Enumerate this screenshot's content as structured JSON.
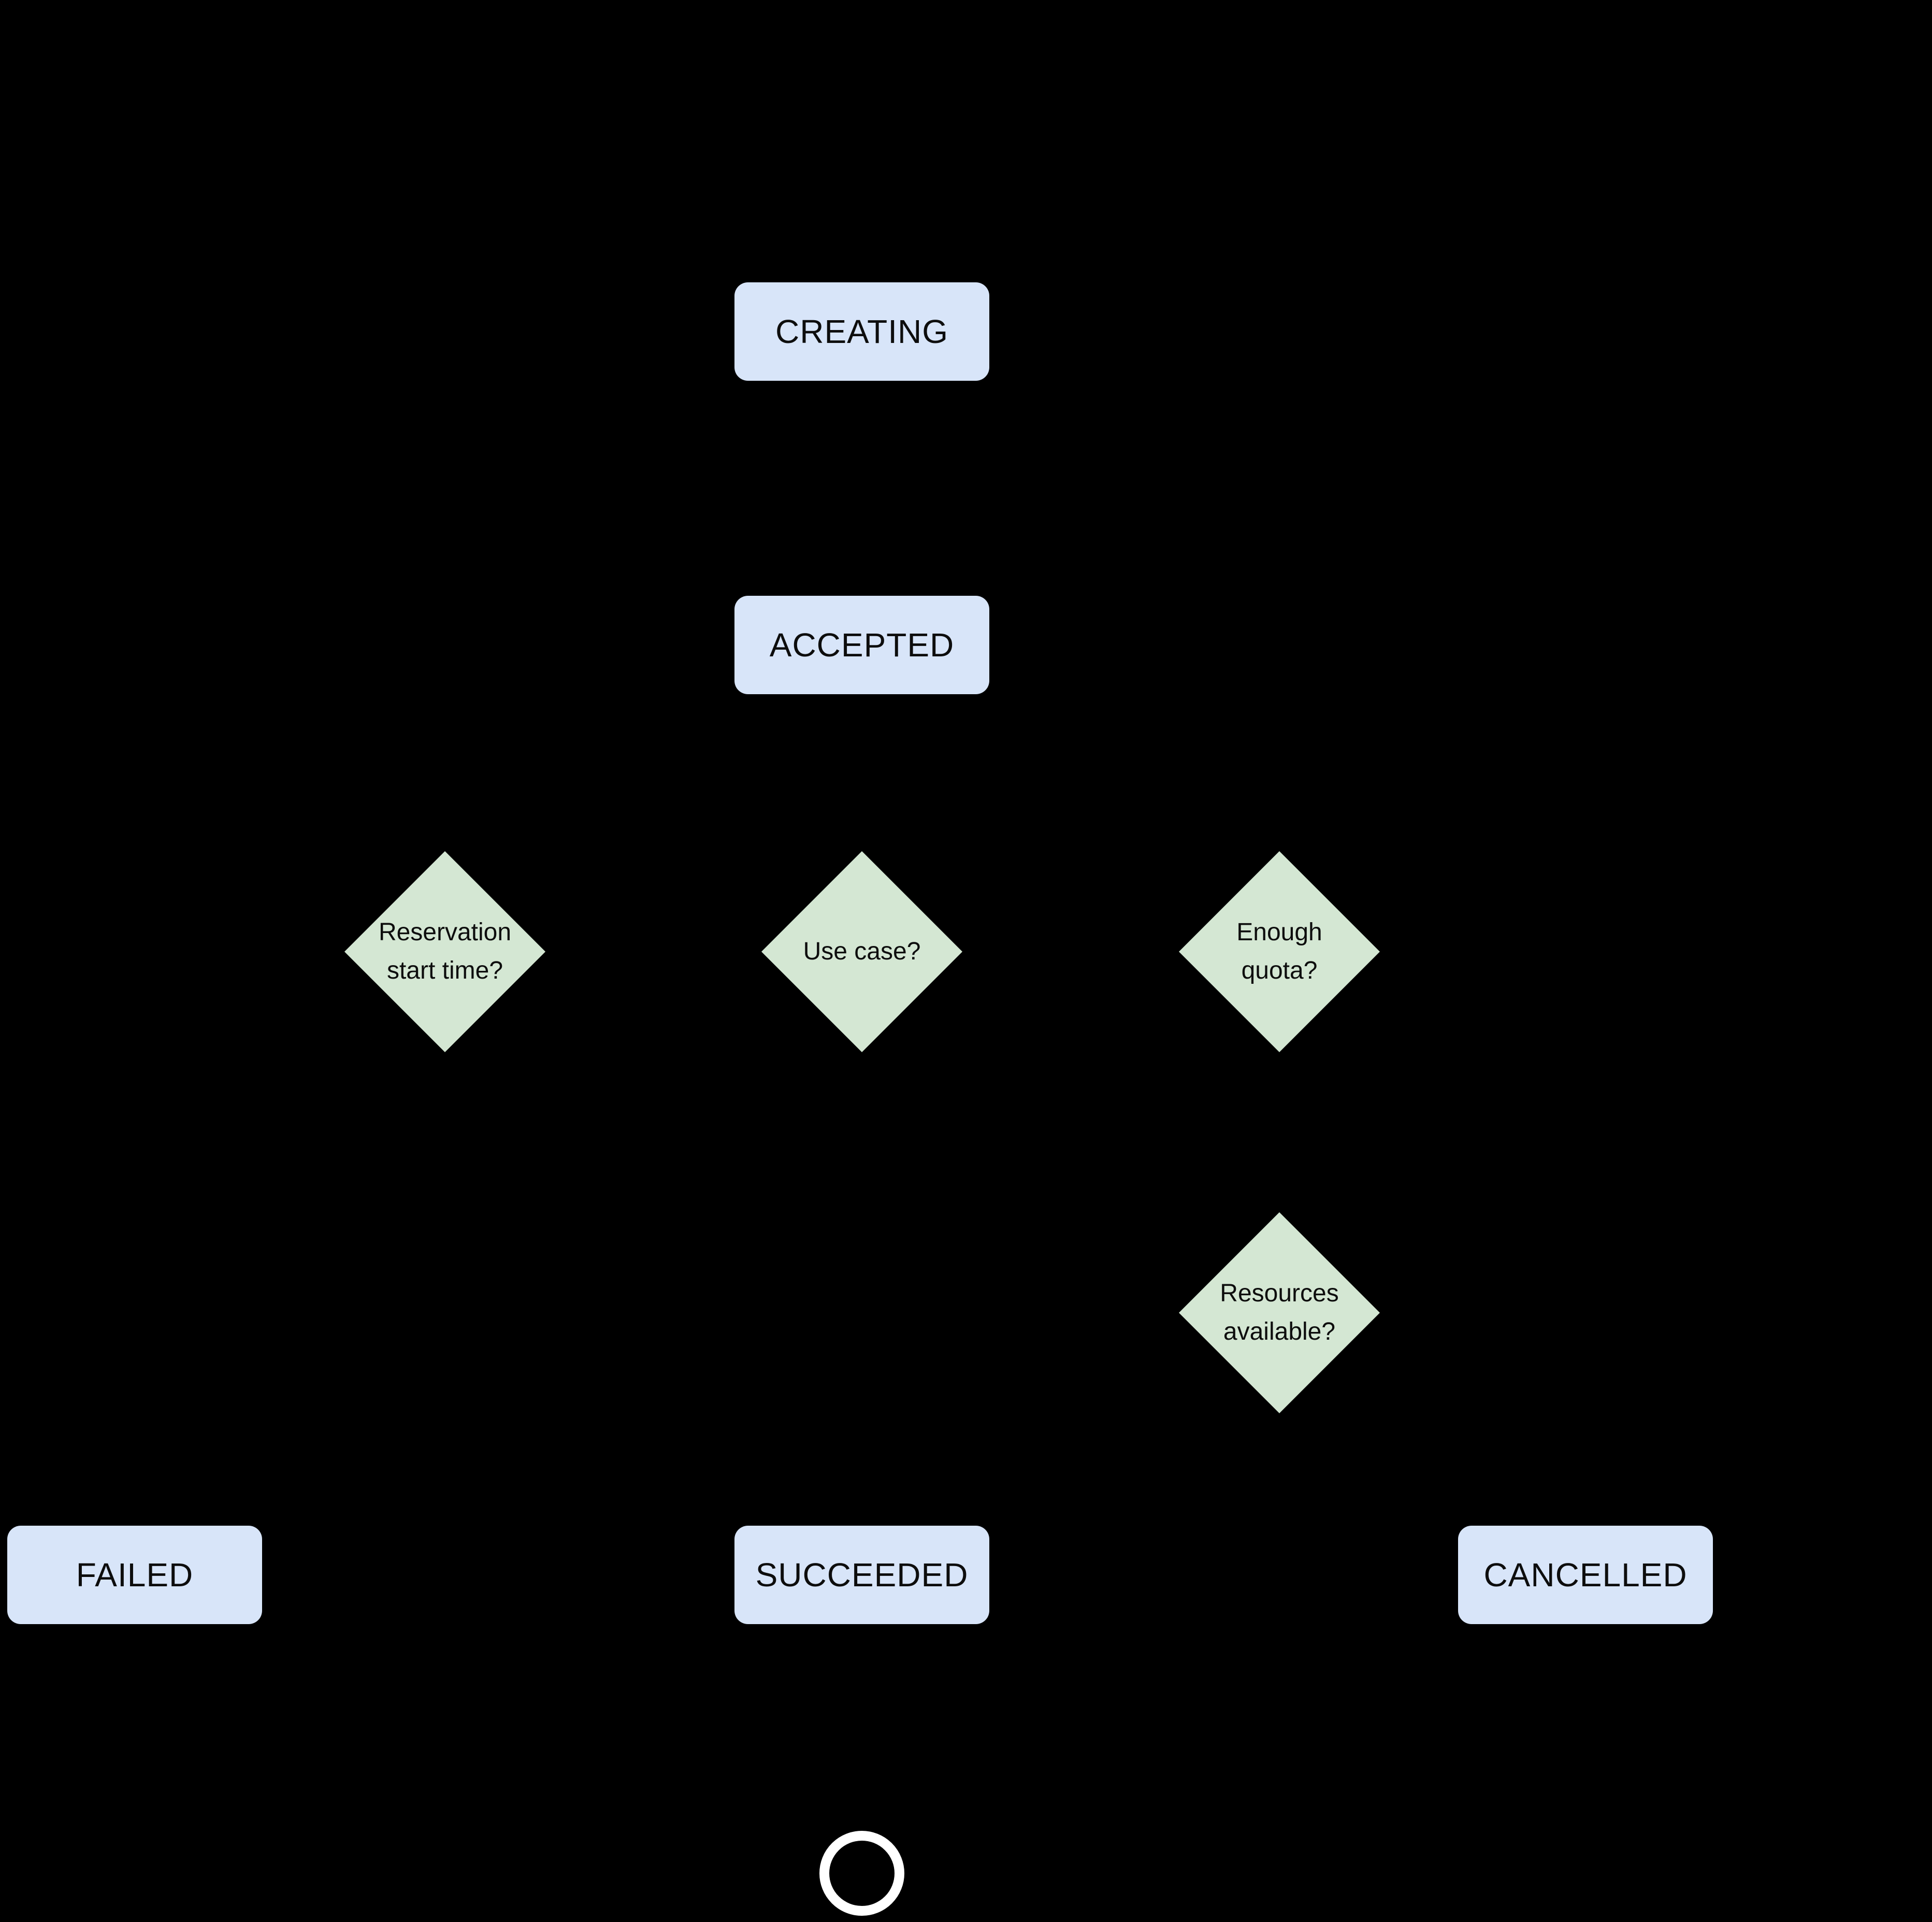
{
  "diagram": {
    "background_color": "#000000",
    "state_fill_color": "#D8E5F9",
    "decision_fill_color": "#D4E7D3",
    "text_color": "#0D0D0D",
    "end_circle_color": "#FFFFFF",
    "states": {
      "creating": "CREATING",
      "accepted": "ACCEPTED",
      "failed": "FAILED",
      "succeeded": "SUCCEEDED",
      "cancelled": "CANCELLED"
    },
    "decisions": {
      "reservation_start_time": {
        "line1": "Reservation",
        "line2": "start time?"
      },
      "use_case": {
        "line1": "Use case?"
      },
      "enough_quota": {
        "line1": "Enough",
        "line2": "quota?"
      },
      "resources_available": {
        "line1": "Resources",
        "line2": "available?"
      }
    }
  }
}
